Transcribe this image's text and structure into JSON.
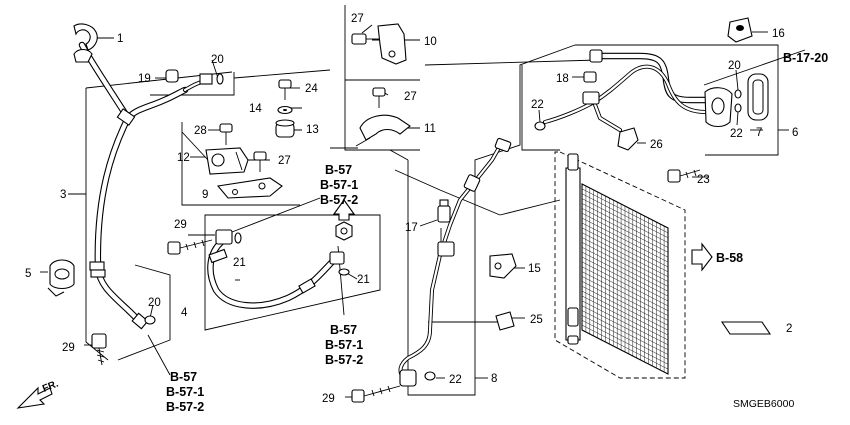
{
  "callouts": {
    "c1": "1",
    "c2": "2",
    "c3": "3",
    "c4": "4",
    "c5": "5",
    "c6": "6",
    "c7": "7",
    "c8": "8",
    "c9": "9",
    "c10": "10",
    "c11": "11",
    "c12": "12",
    "c13": "13",
    "c14": "14",
    "c15": "15",
    "c16": "16",
    "c17": "17",
    "c18": "18",
    "c19": "19",
    "c20a": "20",
    "c20b": "20",
    "c20c": "20",
    "c21a": "21",
    "c21b": "21",
    "c22a": "22",
    "c22b": "22",
    "c22c": "22",
    "c23": "23",
    "c24": "24",
    "c25": "25",
    "c26": "26",
    "c27a": "27",
    "c27b": "27",
    "c27c": "27",
    "c28": "28",
    "c29a": "29",
    "c29b": "29",
    "c29c": "29"
  },
  "references": {
    "top_b57": "B-57",
    "top_b571": "B-57-1",
    "top_b572": "B-57-2",
    "mid_b57": "B-57",
    "mid_b571": "B-57-1",
    "mid_b572": "B-57-2",
    "bot_b57": "B-57",
    "bot_b571": "B-57-1",
    "bot_b572": "B-57-2",
    "b1720": "B-17-20",
    "b58": "B-58"
  },
  "front_indicator": "FR.",
  "diagram_code": "SMGEB6000"
}
